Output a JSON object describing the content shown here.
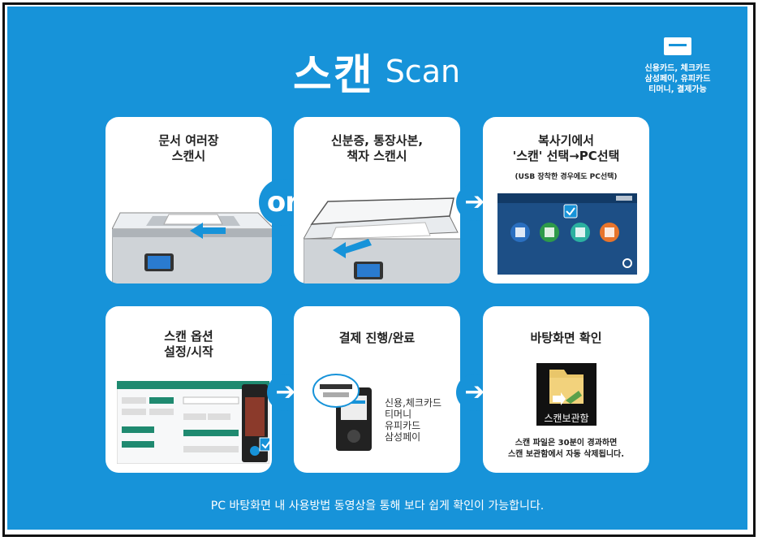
{
  "header": {
    "title_ko": "스캔",
    "title_en": "Scan",
    "payment_lines": [
      "신용카드, 체크카드",
      "삼성페이, 유피카드",
      "티머니, 결제가능"
    ]
  },
  "steps": [
    {
      "lines": [
        "문서 여러장",
        "스캔시"
      ]
    },
    {
      "lines": [
        "신분증, 통장사본,",
        "책자 스캔시"
      ]
    },
    {
      "lines": [
        "복사기에서",
        "'스캔' 선택→PC선택"
      ],
      "sub": "(USB 장착한 경우에도 PC선택)"
    },
    {
      "lines": [
        "스캔 옵션",
        "설정/시작"
      ]
    },
    {
      "lines": [
        "결제 진행/완료"
      ],
      "payment_methods": [
        "신용,체크카드",
        "티머니",
        "유피카드",
        "삼성페이"
      ]
    },
    {
      "lines": [
        "바탕화면 확인"
      ],
      "desktop_label": "스캔보관함",
      "note_lines": [
        "스캔 파일은 30분이 경과하면",
        "스캔 보관함에서 자동 삭제됩니다."
      ]
    }
  ],
  "connector": {
    "or": "or",
    "arrow": "➔"
  },
  "footer": "PC 바탕화면 내 사용방법 동영상을 통해 보다 쉽게 확인이 가능합니다.",
  "colors": {
    "background": "#1793d9",
    "panel": "#ffffff"
  },
  "icons": [
    "card-icon",
    "printer-adf-icon",
    "printer-flatbed-icon",
    "copier-screen-icon",
    "settings-screen-icon",
    "card-reader-icon",
    "folder-icon"
  ]
}
